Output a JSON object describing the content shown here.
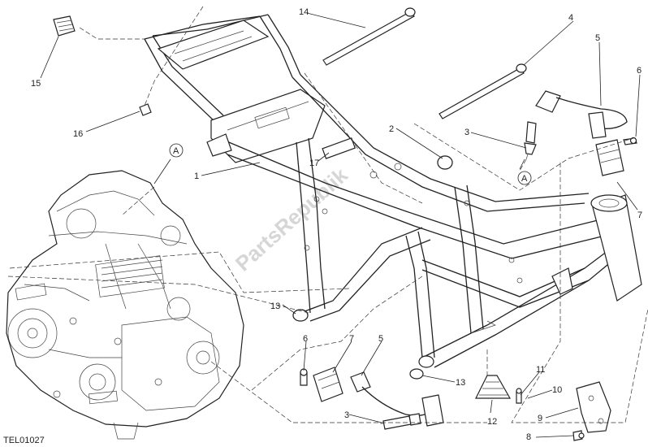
{
  "diagram": {
    "reference_code": "TEL01027",
    "watermark": "PartsRepublik",
    "callouts": {
      "c1": "1",
      "c2": "2",
      "c3a": "3",
      "c3b": "3",
      "c4": "4",
      "c5a": "5",
      "c5b": "5",
      "c6a": "6",
      "c6b": "6",
      "c7a": "7",
      "c7b": "7",
      "c8": "8",
      "c9": "9",
      "c10": "10",
      "c11": "11",
      "c12": "12",
      "c13a": "13",
      "c13b": "13",
      "c14": "14",
      "c15": "15",
      "c16": "16",
      "c17": "17"
    },
    "view_markers": {
      "a1": "A",
      "a2": "A"
    }
  }
}
